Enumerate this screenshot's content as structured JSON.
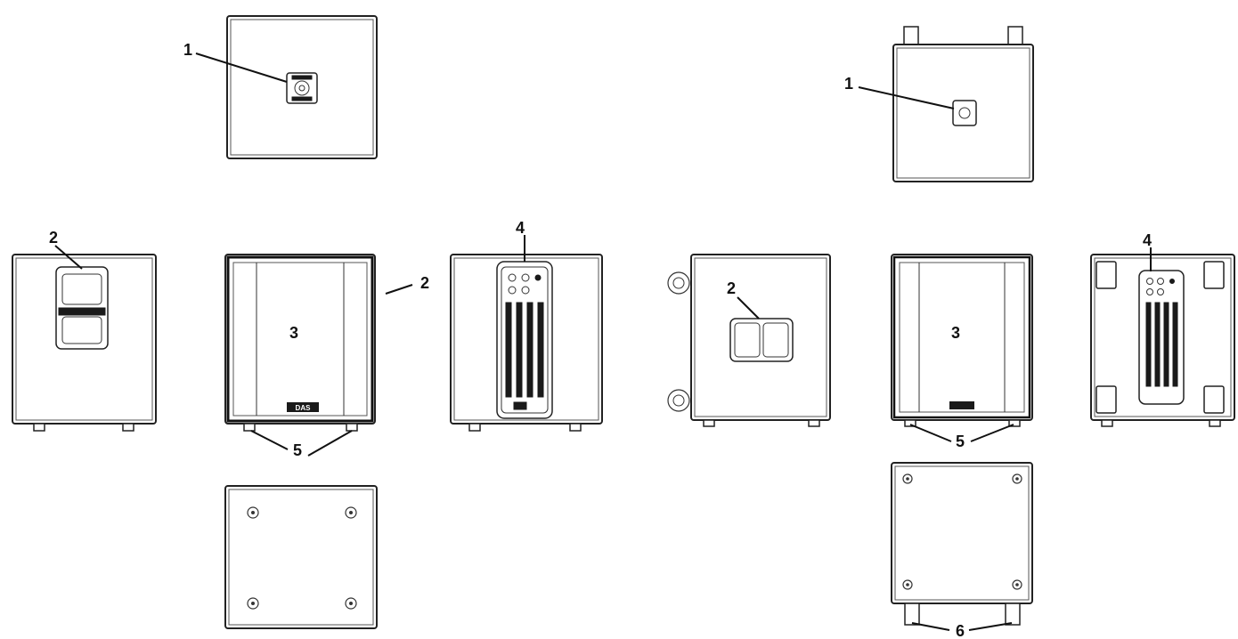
{
  "diagram": {
    "callouts": {
      "c1": "1",
      "c2": "2",
      "c3": "3",
      "c4": "4",
      "c5": "5",
      "c6": "6"
    },
    "logo_text": "DAS"
  }
}
